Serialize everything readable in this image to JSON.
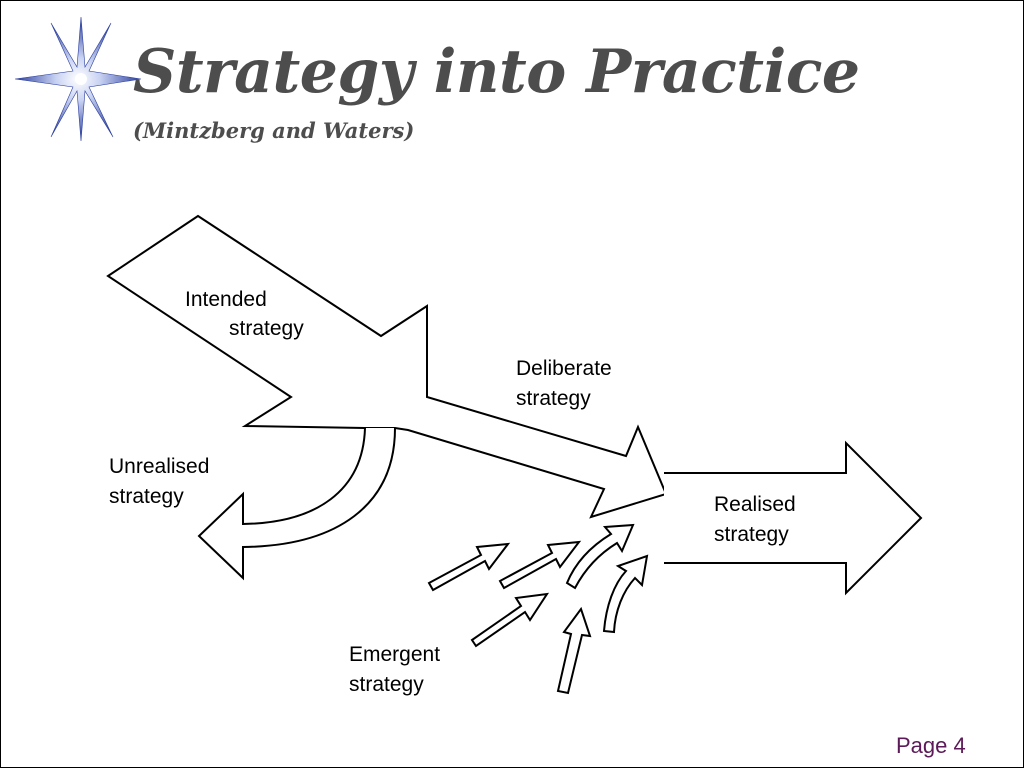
{
  "slide": {
    "title": "Strategy into Practice",
    "subtitle": "(Mintzberg and Waters)",
    "page_label": "Page 4"
  },
  "diagram": {
    "labels": {
      "intended": [
        "Intended",
        "strategy"
      ],
      "deliberate": [
        "Deliberate",
        "strategy"
      ],
      "unrealised": [
        "Unrealised",
        "strategy"
      ],
      "realised": [
        "Realised",
        "strategy"
      ],
      "emergent": [
        "Emergent",
        "strategy"
      ]
    },
    "arrows": [
      "intended-strategy-arrow",
      "unrealised-strategy-arrow",
      "realised-strategy-arrow",
      "emergent-strategy-arrows"
    ]
  },
  "colors": {
    "title": "#4d4d4d",
    "page_number": "#5c1a58",
    "logo_star": "#3a4fa8",
    "outline": "#000000"
  },
  "icons": {
    "logo": "star-icon"
  }
}
